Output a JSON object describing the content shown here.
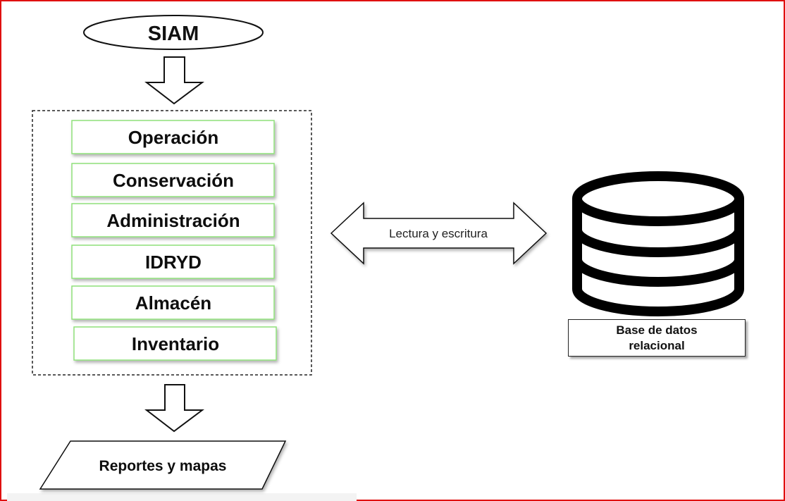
{
  "diagram": {
    "title": "SIAM",
    "modules": [
      "Operación",
      "Conservación",
      "Administración",
      "IDRYD",
      "Almacén",
      "Inventario"
    ],
    "connector_label": "Lectura y escritura",
    "output": "Reportes y mapas",
    "database": {
      "icon": "database-icon",
      "label_line1": "Base de datos",
      "label_line2": "relacional"
    }
  },
  "colors": {
    "frame_border": "#e01010",
    "module_border": "#8fe07a",
    "stroke": "#111111"
  }
}
